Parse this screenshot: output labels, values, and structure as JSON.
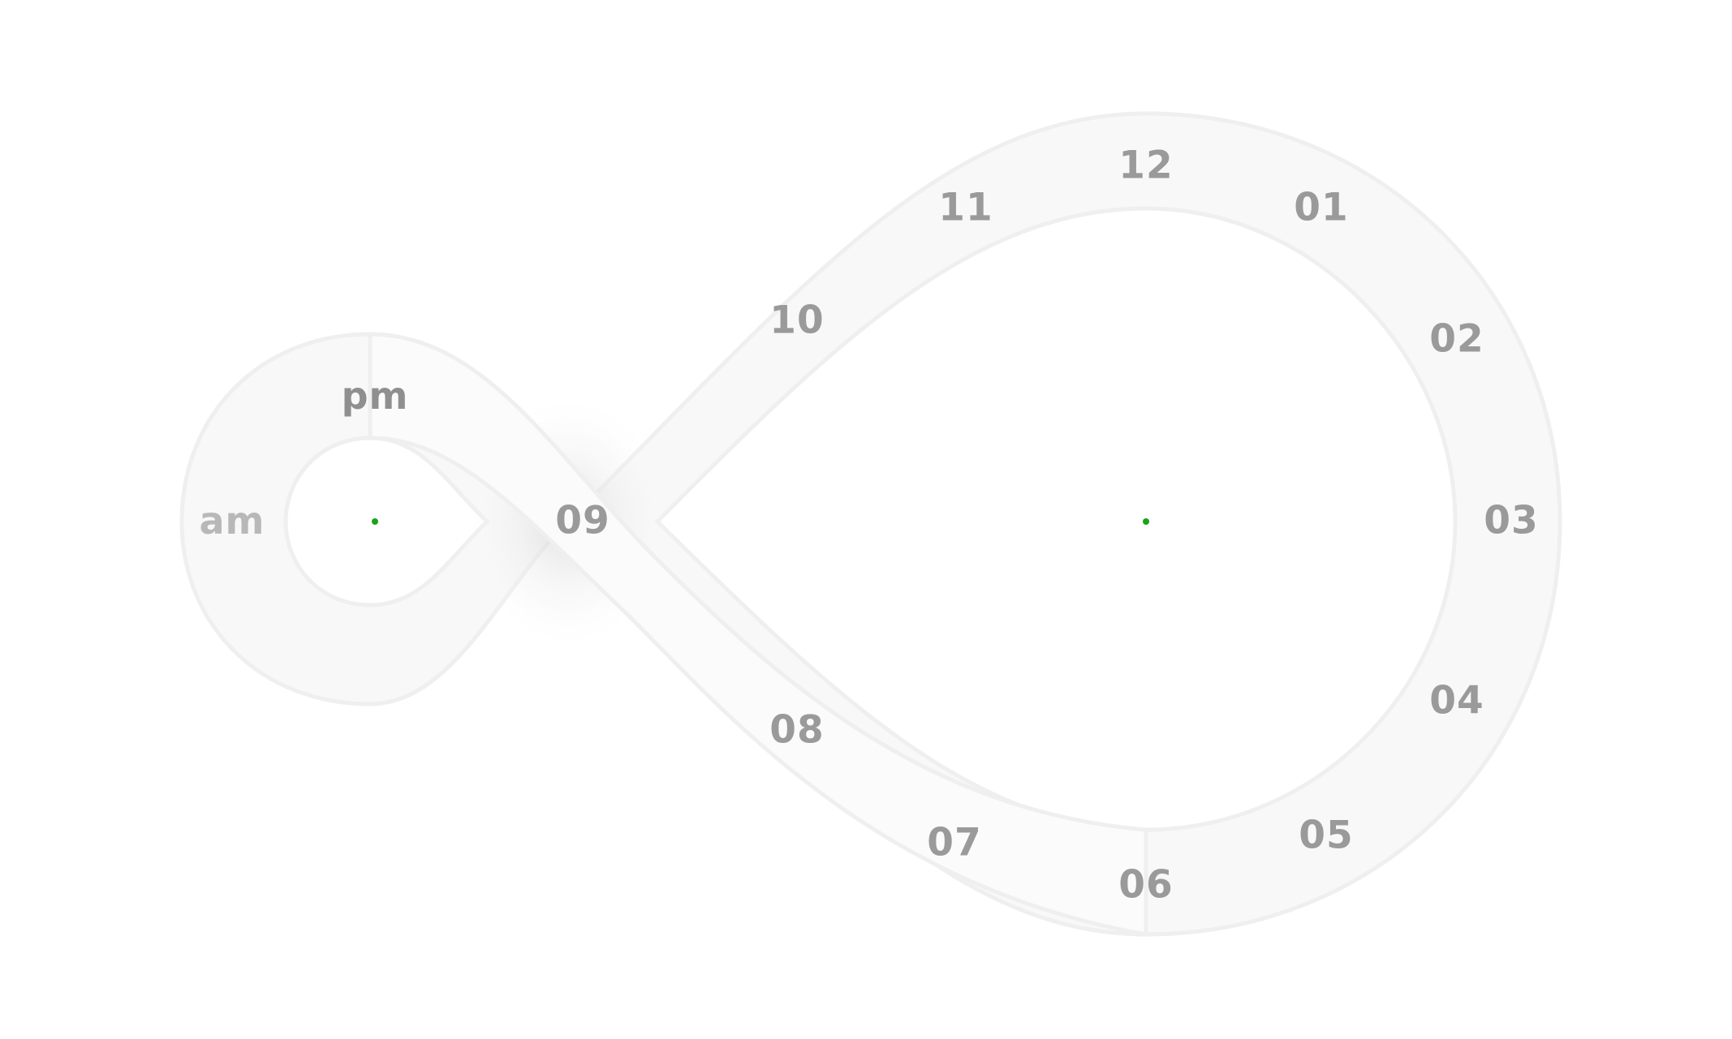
{
  "clock": {
    "hours": [
      {
        "id": "12",
        "label": "12"
      },
      {
        "id": "01",
        "label": "01"
      },
      {
        "id": "02",
        "label": "02"
      },
      {
        "id": "03",
        "label": "03"
      },
      {
        "id": "04",
        "label": "04"
      },
      {
        "id": "05",
        "label": "05"
      },
      {
        "id": "06",
        "label": "06"
      },
      {
        "id": "07",
        "label": "07"
      },
      {
        "id": "08",
        "label": "08"
      },
      {
        "id": "09",
        "label": "09"
      },
      {
        "id": "10",
        "label": "10"
      },
      {
        "id": "11",
        "label": "11"
      }
    ],
    "meridiem": {
      "pm": "pm",
      "am": "am",
      "selected": "pm"
    }
  },
  "colors": {
    "background": "#ffffff",
    "label": "#9a9a9a",
    "label_selected": "#8f8f8f",
    "label_unselected": "#b8b8b8",
    "band": "#f7f7f7",
    "band_edge": "#eeeeee",
    "center_dot": "#1aa31a"
  }
}
